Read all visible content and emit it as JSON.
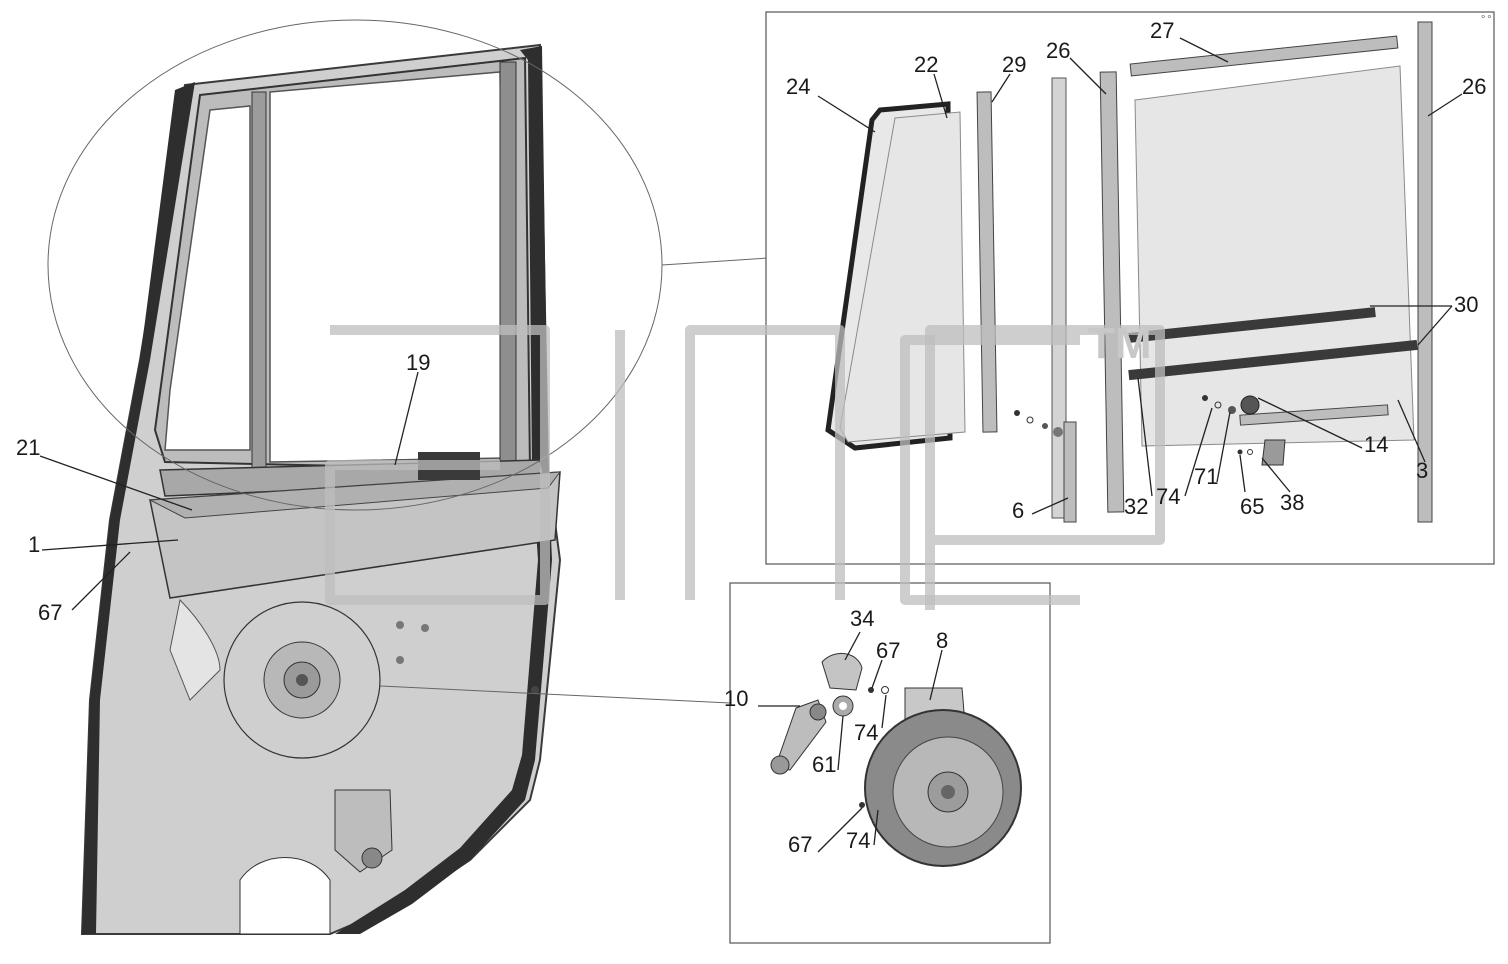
{
  "watermark": {
    "trademark": "TM"
  },
  "callouts": {
    "left": [
      "21",
      "19",
      "1",
      "67"
    ],
    "right_panel": [
      "24",
      "22",
      "29",
      "26",
      "27",
      "26",
      "30",
      "14",
      "3",
      "32",
      "74",
      "71",
      "65",
      "38",
      "6"
    ],
    "bottom_panel": [
      "34",
      "67",
      "8",
      "10",
      "74",
      "61",
      "67",
      "74"
    ]
  }
}
